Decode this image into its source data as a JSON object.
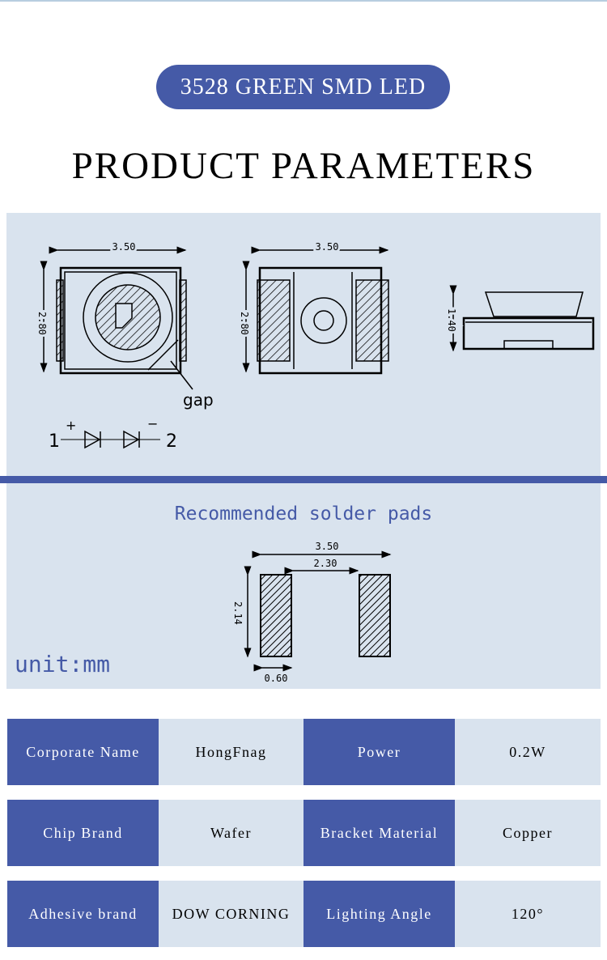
{
  "header": {
    "badge": "3528 GREEN SMD LED",
    "title": "PRODUCT PARAMETERS"
  },
  "drawing": {
    "width_top": "3.50",
    "height_top": "2.80",
    "width_bottom": "3.50",
    "height_bottom": "2.80",
    "height_side": "1.40",
    "gap_label": "gap",
    "pin1": "1",
    "pin2": "2",
    "plus": "+",
    "minus": "−"
  },
  "solder": {
    "title": "Recommended solder pads",
    "total": "3.50",
    "gap": "2.30",
    "height": "2.14",
    "pad_width": "0.60",
    "unit": "unit:mm"
  },
  "colors": {
    "accent": "#455aa7",
    "panel": "#d9e3ee"
  },
  "specs": [
    {
      "k1": "Corporate Name",
      "v1": "HongFnag",
      "k2": "Power",
      "v2": "0.2W"
    },
    {
      "k1": "Chip Brand",
      "v1": "Wafer",
      "k2": "Bracket Material",
      "v2": "Copper"
    },
    {
      "k1": "Adhesive brand",
      "v1": "DOW CORNING",
      "k2": "Lighting Angle",
      "v2": "120°"
    }
  ]
}
